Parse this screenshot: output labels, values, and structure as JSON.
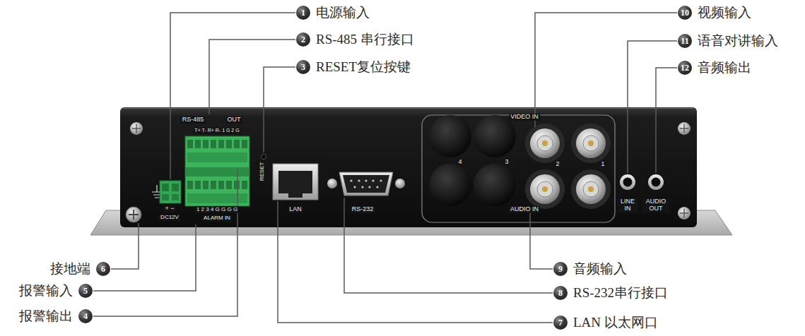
{
  "diagram": {
    "nodes": [
      {
        "text": [
          "1",
          "电源输入"
        ]
      },
      {
        "text": [
          "2",
          "RS-485 串行接口"
        ]
      },
      {
        "text": [
          "3",
          "RESET复位按键"
        ]
      },
      {
        "text": [
          "4",
          "报警输出"
        ]
      },
      {
        "text": [
          "5",
          "报警输入"
        ]
      },
      {
        "text": [
          "6",
          "接地端"
        ]
      },
      {
        "text": [
          "7",
          "LAN 以太网口"
        ]
      },
      {
        "text": [
          "8",
          "RS-232串行接口"
        ]
      },
      {
        "text": [
          "9",
          "音频输入"
        ]
      },
      {
        "text": [
          "10",
          "视频输入"
        ]
      },
      {
        "text": [
          "11",
          "语音对讲输入"
        ]
      },
      {
        "text": [
          "12",
          "音频输出"
        ]
      }
    ],
    "labels": [
      "RS-485",
      "OUT",
      "T+ T- R+ R- 1 G 2 G",
      "RESET",
      "LAN",
      "RS-232",
      "VIDEO IN",
      "AUDIO IN",
      "4",
      "3",
      "2",
      "1",
      "LINE IN",
      "AUDIO OUT",
      "+ −",
      "DC12V",
      "1 2 3 4 G G G G",
      "ALARM IN"
    ]
  }
}
